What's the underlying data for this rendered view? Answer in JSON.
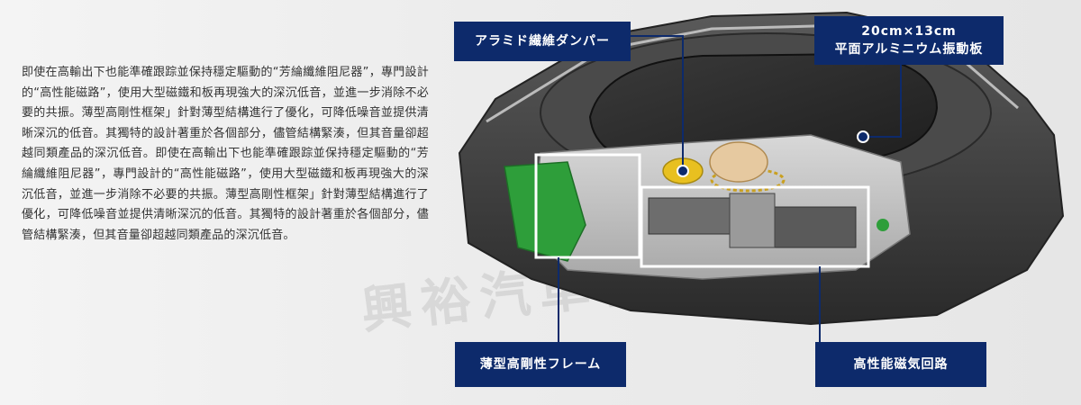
{
  "description": "即使在高輸出下也能準確跟踪並保持穩定驅動的“芳綸纖維阻尼器”，專門設計的“高性能磁路”，使用大型磁鐵和板再現強大的深沉低音，並進一步消除不必要的共振。薄型高剛性框架」針對薄型結構進行了優化，可降低噪音並提供清晰深沉的低音。其獨特的設計著重於各個部分，儘管結構緊湊，但其音量卻超越同類產品的深沉低音。即使在高輸出下也能準確跟踪並保持穩定驅動的“芳綸纖維阻尼器”，專門設計的“高性能磁路”，使用大型磁鐵和板再現強大的深沉低音，並進一步消除不必要的共振。薄型高剛性框架」針對薄型結構進行了優化，可降低噪音並提供清晰深沉的低音。其獨特的設計著重於各個部分，儘管結構緊湊，但其音量卻超越同類產品的深沉低音。",
  "watermark": "興裕汽車音響",
  "callouts": {
    "damper": "アラミド繊維ダンパー",
    "diaphragm_size": "20cm×13cm",
    "diaphragm": "平面アルミニウム振動板",
    "frame": "薄型高剛性フレーム",
    "magnet": "高性能磁気回路"
  },
  "colors": {
    "callout_bg": "#0d2a6b",
    "leader_line": "#0d2a6b",
    "pcb_green": "#2e9e3a",
    "coil_yellow": "#e8c020"
  }
}
